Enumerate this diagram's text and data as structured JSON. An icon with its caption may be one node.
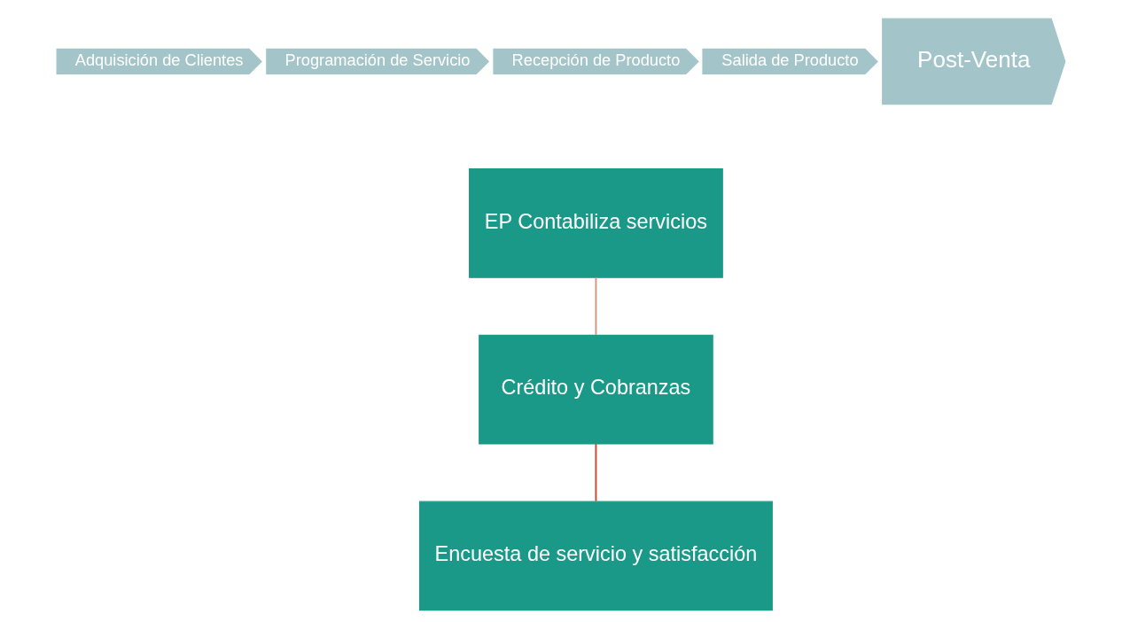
{
  "diagram": {
    "nodes": [
      {
        "text": [
          "Adquisición de Clientes"
        ]
      },
      {
        "text": [
          "Programación de Servicio"
        ]
      },
      {
        "text": [
          "Recepción de Producto"
        ]
      },
      {
        "text": [
          "Salida de Producto"
        ]
      },
      {
        "text": [
          "Post-Venta"
        ]
      },
      {
        "text": [
          "EP Contabiliza servicios"
        ]
      },
      {
        "text": [
          "Crédito y Cobranzas"
        ]
      },
      {
        "text": [
          "Encuesta de servicio y satisfacción"
        ]
      }
    ],
    "edges": [
      {
        "from": 5,
        "to": 6,
        "arrow": "none",
        "color": "#d9967f"
      },
      {
        "from": 6,
        "to": 7,
        "arrow": "none",
        "color": "#d0462a"
      }
    ]
  }
}
